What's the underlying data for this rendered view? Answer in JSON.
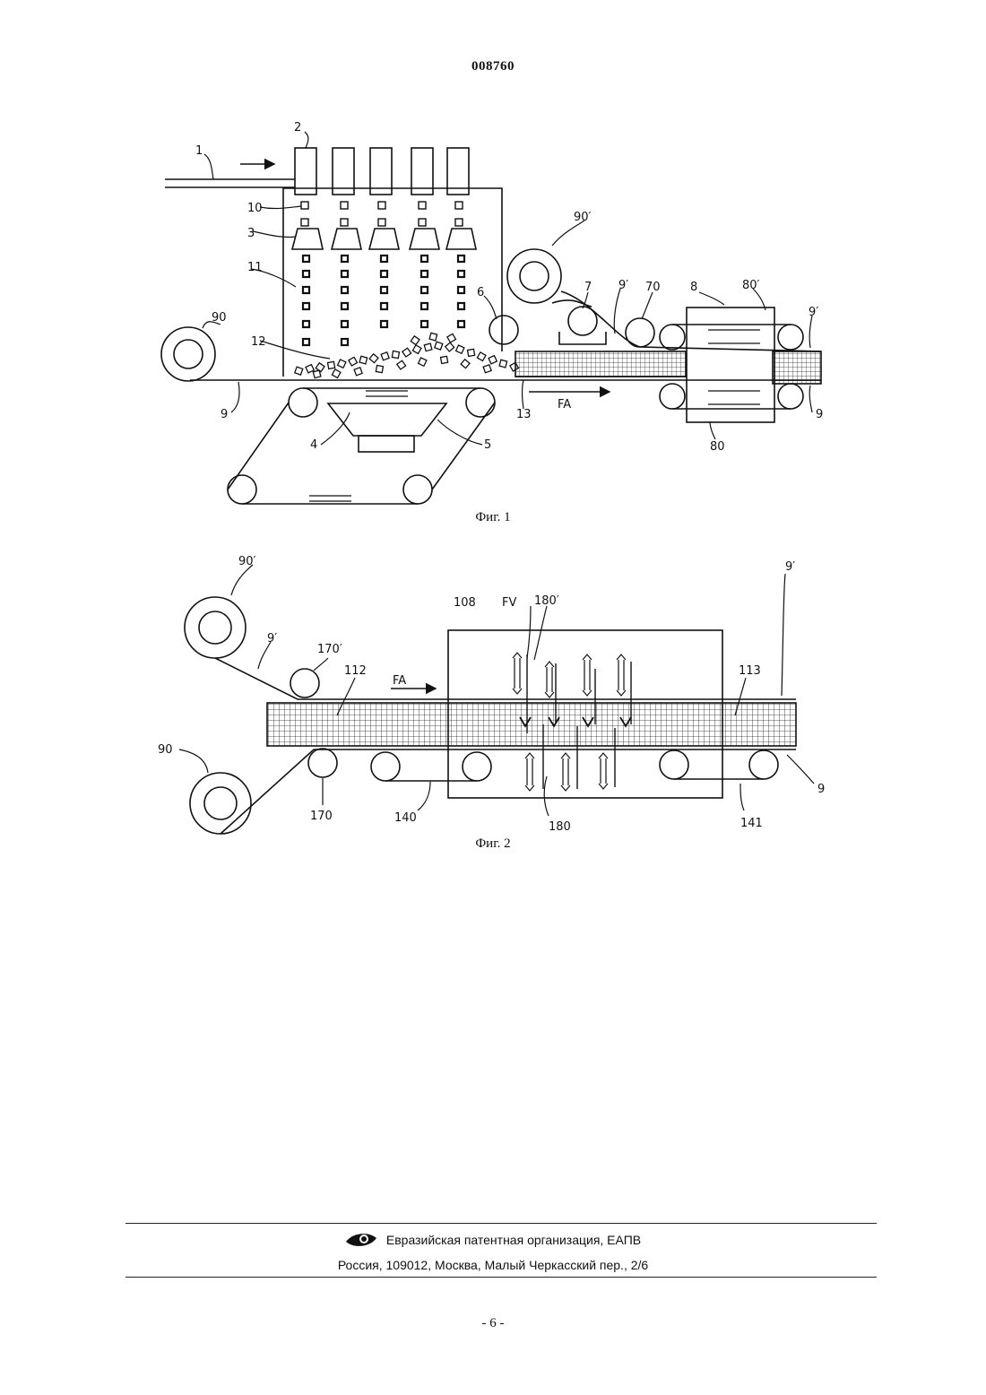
{
  "document": {
    "number": "008760",
    "page": "- 6 -"
  },
  "figure1": {
    "caption": "Фиг. 1",
    "labels": [
      "1",
      "2",
      "10",
      "3",
      "11",
      "90",
      "12",
      "9",
      "4",
      "5",
      "13",
      "FA",
      "6",
      "90′",
      "7",
      "9′",
      "70",
      "8",
      "80′",
      "9′",
      "9",
      "80"
    ]
  },
  "figure2": {
    "caption": "Фиг. 2",
    "labels": [
      "90′",
      "9′",
      "170′",
      "112",
      "FA",
      "108",
      "FV",
      "180′",
      "113",
      "9′",
      "90",
      "170",
      "140",
      "180",
      "141",
      "9"
    ]
  },
  "footer": {
    "organization": "Евразийская патентная организация, ЕАПВ",
    "address": "Россия, 109012, Москва, Малый Черкасский пер., 2/6",
    "logo_icon": "eapo-eye-logo"
  }
}
